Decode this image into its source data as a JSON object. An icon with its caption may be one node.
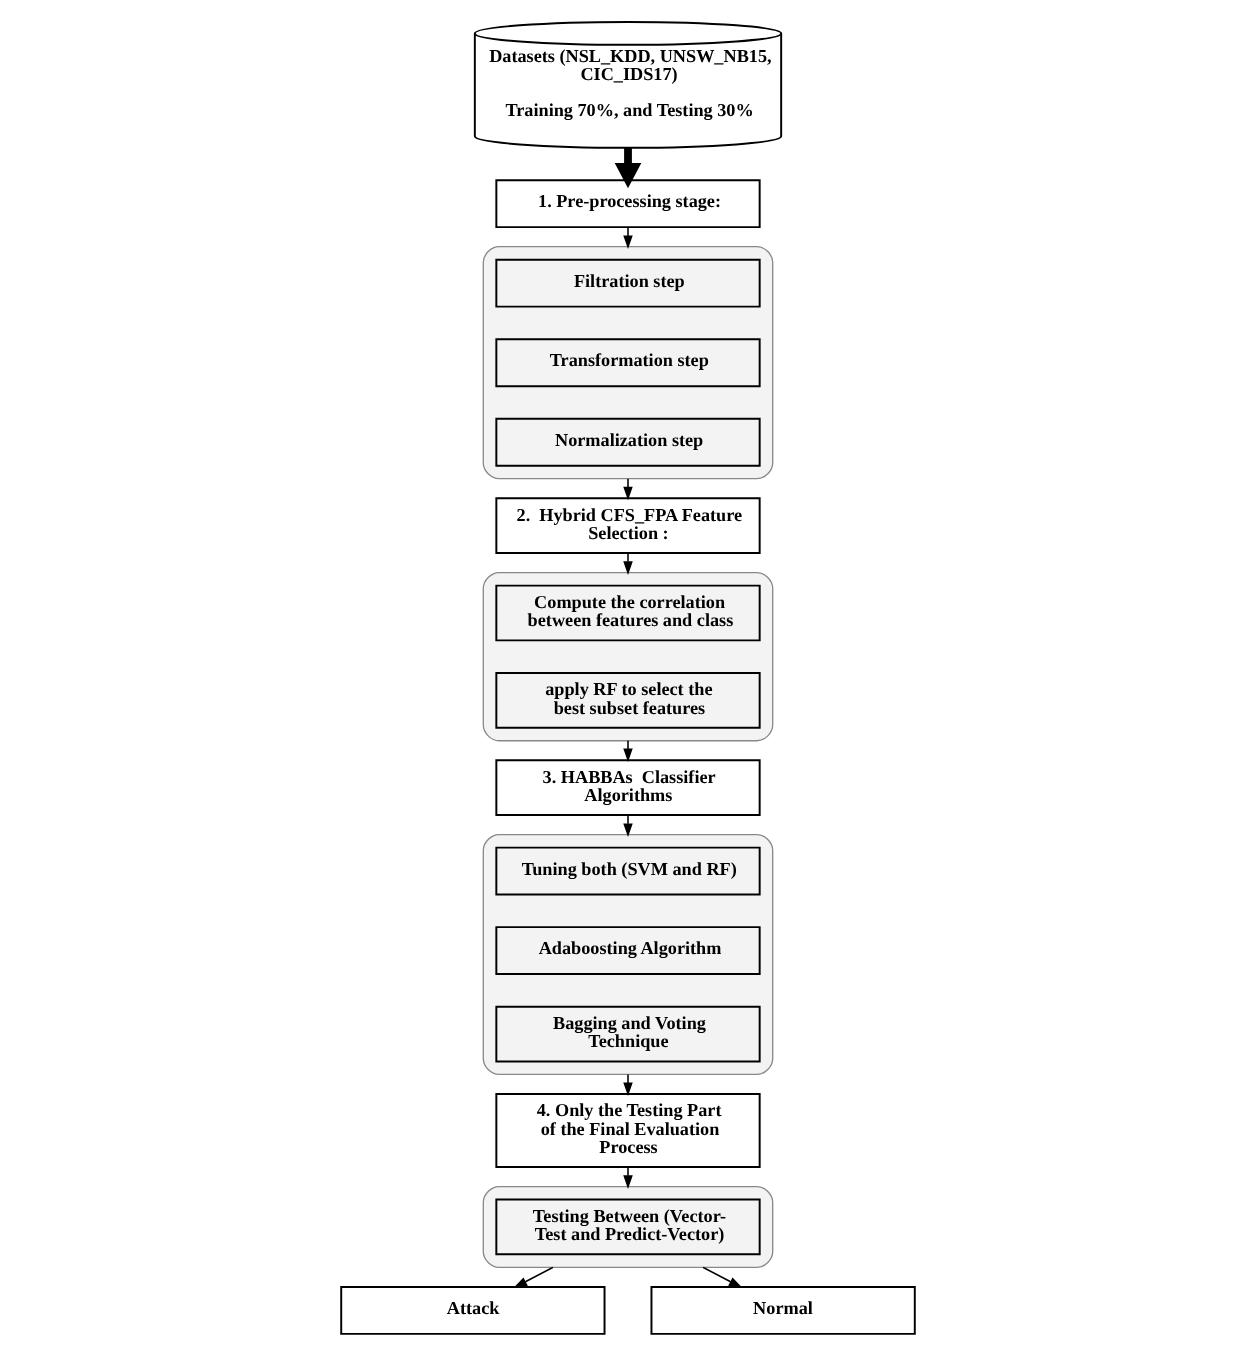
{
  "diagram": {
    "nodes": [
      {
        "text": [
          "Datasets (NSL_KDD, UNSW_NB15, CIC_IDS17)",
          "Training 70%, and Testing 30%"
        ]
      },
      {
        "text": [
          "1. Pre-processing stage:"
        ]
      },
      {
        "text": [],
        "shape": "box"
      },
      {
        "text": [
          "Filtration step"
        ],
        "in": 2
      },
      {
        "text": [
          "Transformation step"
        ],
        "in": 2
      },
      {
        "text": [
          "Normalization step"
        ],
        "in": 2
      },
      {
        "text": [
          "2.  Hybrid CFS_FPA Feature Selection :"
        ]
      },
      {
        "text": [],
        "shape": "box"
      },
      {
        "text": [
          "Compute the correlation between features and class"
        ],
        "in": 7
      },
      {
        "text": [
          "apply RF to select the best subset features"
        ],
        "in": 7
      },
      {
        "text": [
          "3. HABBAs  Classifier Algorithms"
        ]
      },
      {
        "text": [],
        "shape": "box"
      },
      {
        "text": [
          "Tuning both (SVM and RF)"
        ],
        "in": 11
      },
      {
        "text": [
          "Adaboosting Algorithm"
        ],
        "in": 11
      },
      {
        "text": [
          "Bagging and Voting Technique"
        ],
        "in": 11
      },
      {
        "text": [
          "4. Only the Testing Part of the Final Evaluation Process"
        ]
      },
      {
        "text": [],
        "shape": "box"
      },
      {
        "text": [
          "Testing Between (Vector-Test and Predict-Vector)"
        ],
        "in": 16
      },
      {
        "text": [
          "Attack"
        ]
      },
      {
        "text": [
          "Normal"
        ]
      }
    ],
    "edges": [
      {
        "from": 0,
        "to": 1,
        "arrow": "to",
        "style": "thick"
      },
      {
        "from": 1,
        "to": 2,
        "arrow": "to"
      },
      {
        "from": 2,
        "to": 6,
        "arrow": "to"
      },
      {
        "from": 6,
        "to": 7,
        "arrow": "to"
      },
      {
        "from": 7,
        "to": 10,
        "arrow": "to"
      },
      {
        "from": 10,
        "to": 11,
        "arrow": "to"
      },
      {
        "from": 11,
        "to": 15,
        "arrow": "to"
      },
      {
        "from": 15,
        "to": 16,
        "arrow": "to"
      },
      {
        "from": 16,
        "to": 18,
        "arrow": "to"
      },
      {
        "from": 16,
        "to": 19,
        "arrow": "to"
      }
    ]
  }
}
